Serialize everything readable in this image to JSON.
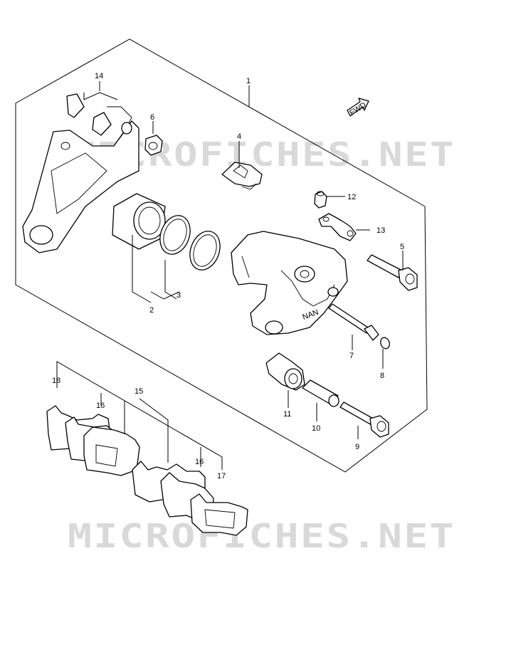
{
  "diagram": {
    "callouts": [
      "1",
      "2",
      "3",
      "4",
      "5",
      "6",
      "7",
      "8",
      "9",
      "10",
      "11",
      "12",
      "13",
      "14",
      "15",
      "16",
      "16",
      "17",
      "18"
    ],
    "fwd_label": "FWD",
    "watermark": "MICROFICHES.NET",
    "caliper_mark": "NAN"
  }
}
